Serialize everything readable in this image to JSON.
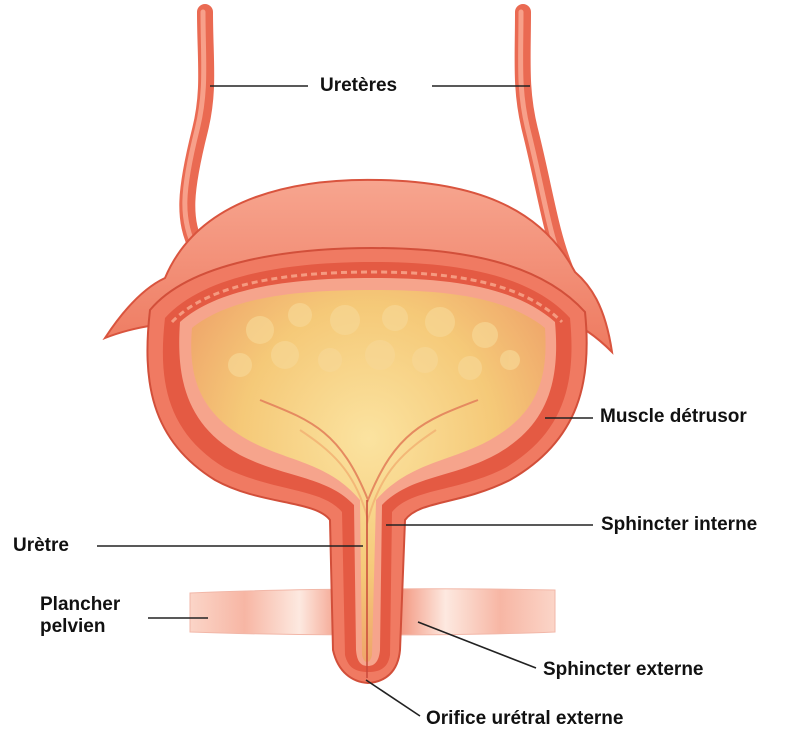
{
  "labels": {
    "ureteres": "Uretères",
    "muscle_detrusor": "Muscle détrusor",
    "sphincter_interne": "Sphincter interne",
    "uretre": "Urètre",
    "plancher_pelvien_line1": "Plancher",
    "plancher_pelvien_line2": "pelvien",
    "sphincter_externe": "Sphincter externe",
    "orifice_uretral_externe": "Orifice urétral externe"
  },
  "colors": {
    "tissue_outer": "#f07a62",
    "tissue_dark": "#e2563f",
    "tissue_light": "#f9b9a6",
    "muscle_band": "#e8644c",
    "lumen_fill": "#f6d27a",
    "lumen_light": "#fbe8a8",
    "leader_line": "#222222",
    "floor_pink": "#f4a08c"
  }
}
